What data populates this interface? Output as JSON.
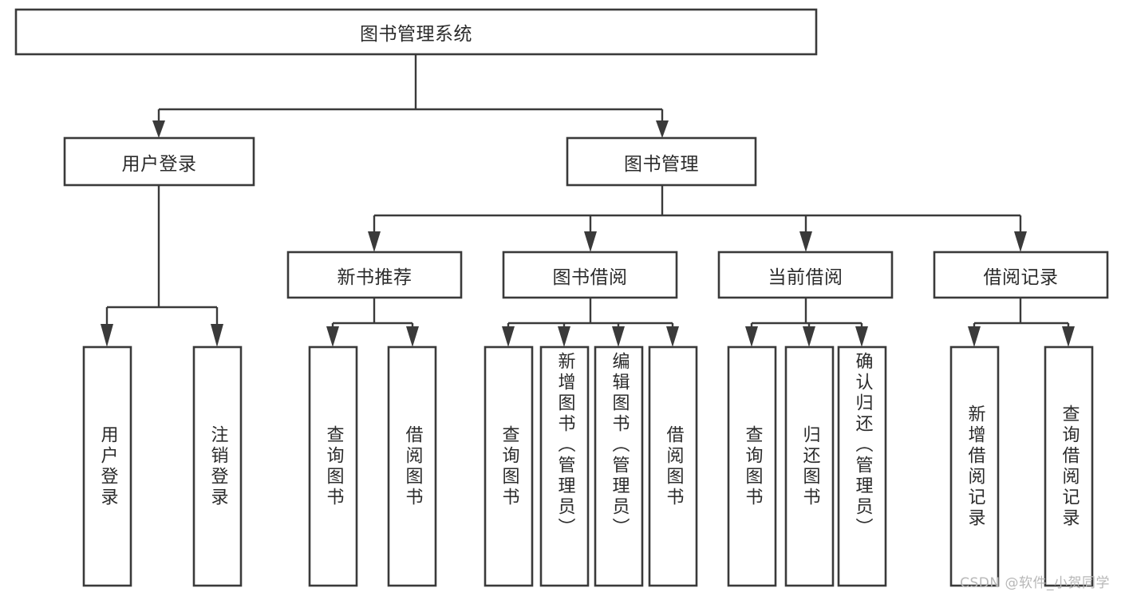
{
  "diagram": {
    "type": "tree-hierarchy",
    "title": "图书管理系统",
    "watermark": "CSDN @软件_小贺同学",
    "root": {
      "label": "图书管理系统",
      "orientation": "horizontal"
    },
    "level2": [
      {
        "label": "用户登录",
        "orientation": "horizontal"
      },
      {
        "label": "图书管理",
        "orientation": "horizontal"
      }
    ],
    "level3": [
      {
        "label": "新书推荐",
        "orientation": "horizontal"
      },
      {
        "label": "图书借阅",
        "orientation": "horizontal"
      },
      {
        "label": "当前借阅",
        "orientation": "horizontal"
      },
      {
        "label": "借阅记录",
        "orientation": "horizontal"
      }
    ],
    "leaves": {
      "user_login": [
        {
          "label": "用户登录",
          "orientation": "vertical",
          "align": "center"
        },
        {
          "label": "注销登录",
          "orientation": "vertical",
          "align": "center"
        }
      ],
      "new_book_recommend": [
        {
          "label": "查询图书",
          "orientation": "vertical",
          "align": "center"
        },
        {
          "label": "借阅图书",
          "orientation": "vertical",
          "align": "center"
        }
      ],
      "book_borrow": [
        {
          "label": "查询图书",
          "orientation": "vertical",
          "align": "center"
        },
        {
          "label": "新增图书（管理员）",
          "orientation": "vertical",
          "align": "top"
        },
        {
          "label": "编辑图书（管理员）",
          "orientation": "vertical",
          "align": "top"
        },
        {
          "label": "借阅图书",
          "orientation": "vertical",
          "align": "center"
        }
      ],
      "current_borrow": [
        {
          "label": "查询图书",
          "orientation": "vertical",
          "align": "center"
        },
        {
          "label": "归还图书",
          "orientation": "vertical",
          "align": "center"
        },
        {
          "label": "确认归还（管理员）",
          "orientation": "vertical",
          "align": "top"
        }
      ],
      "borrow_record": [
        {
          "label": "新增借阅记录",
          "orientation": "vertical",
          "align": "center"
        },
        {
          "label": "查询借阅记录",
          "orientation": "vertical",
          "align": "center"
        }
      ]
    },
    "colors": {
      "box_stroke": "#3a3a3a",
      "box_fill": "#ffffff",
      "connector": "#3a3a3a",
      "text": "#2b2b2b",
      "watermark": "#b7b7b7",
      "background": "#ffffff"
    }
  }
}
